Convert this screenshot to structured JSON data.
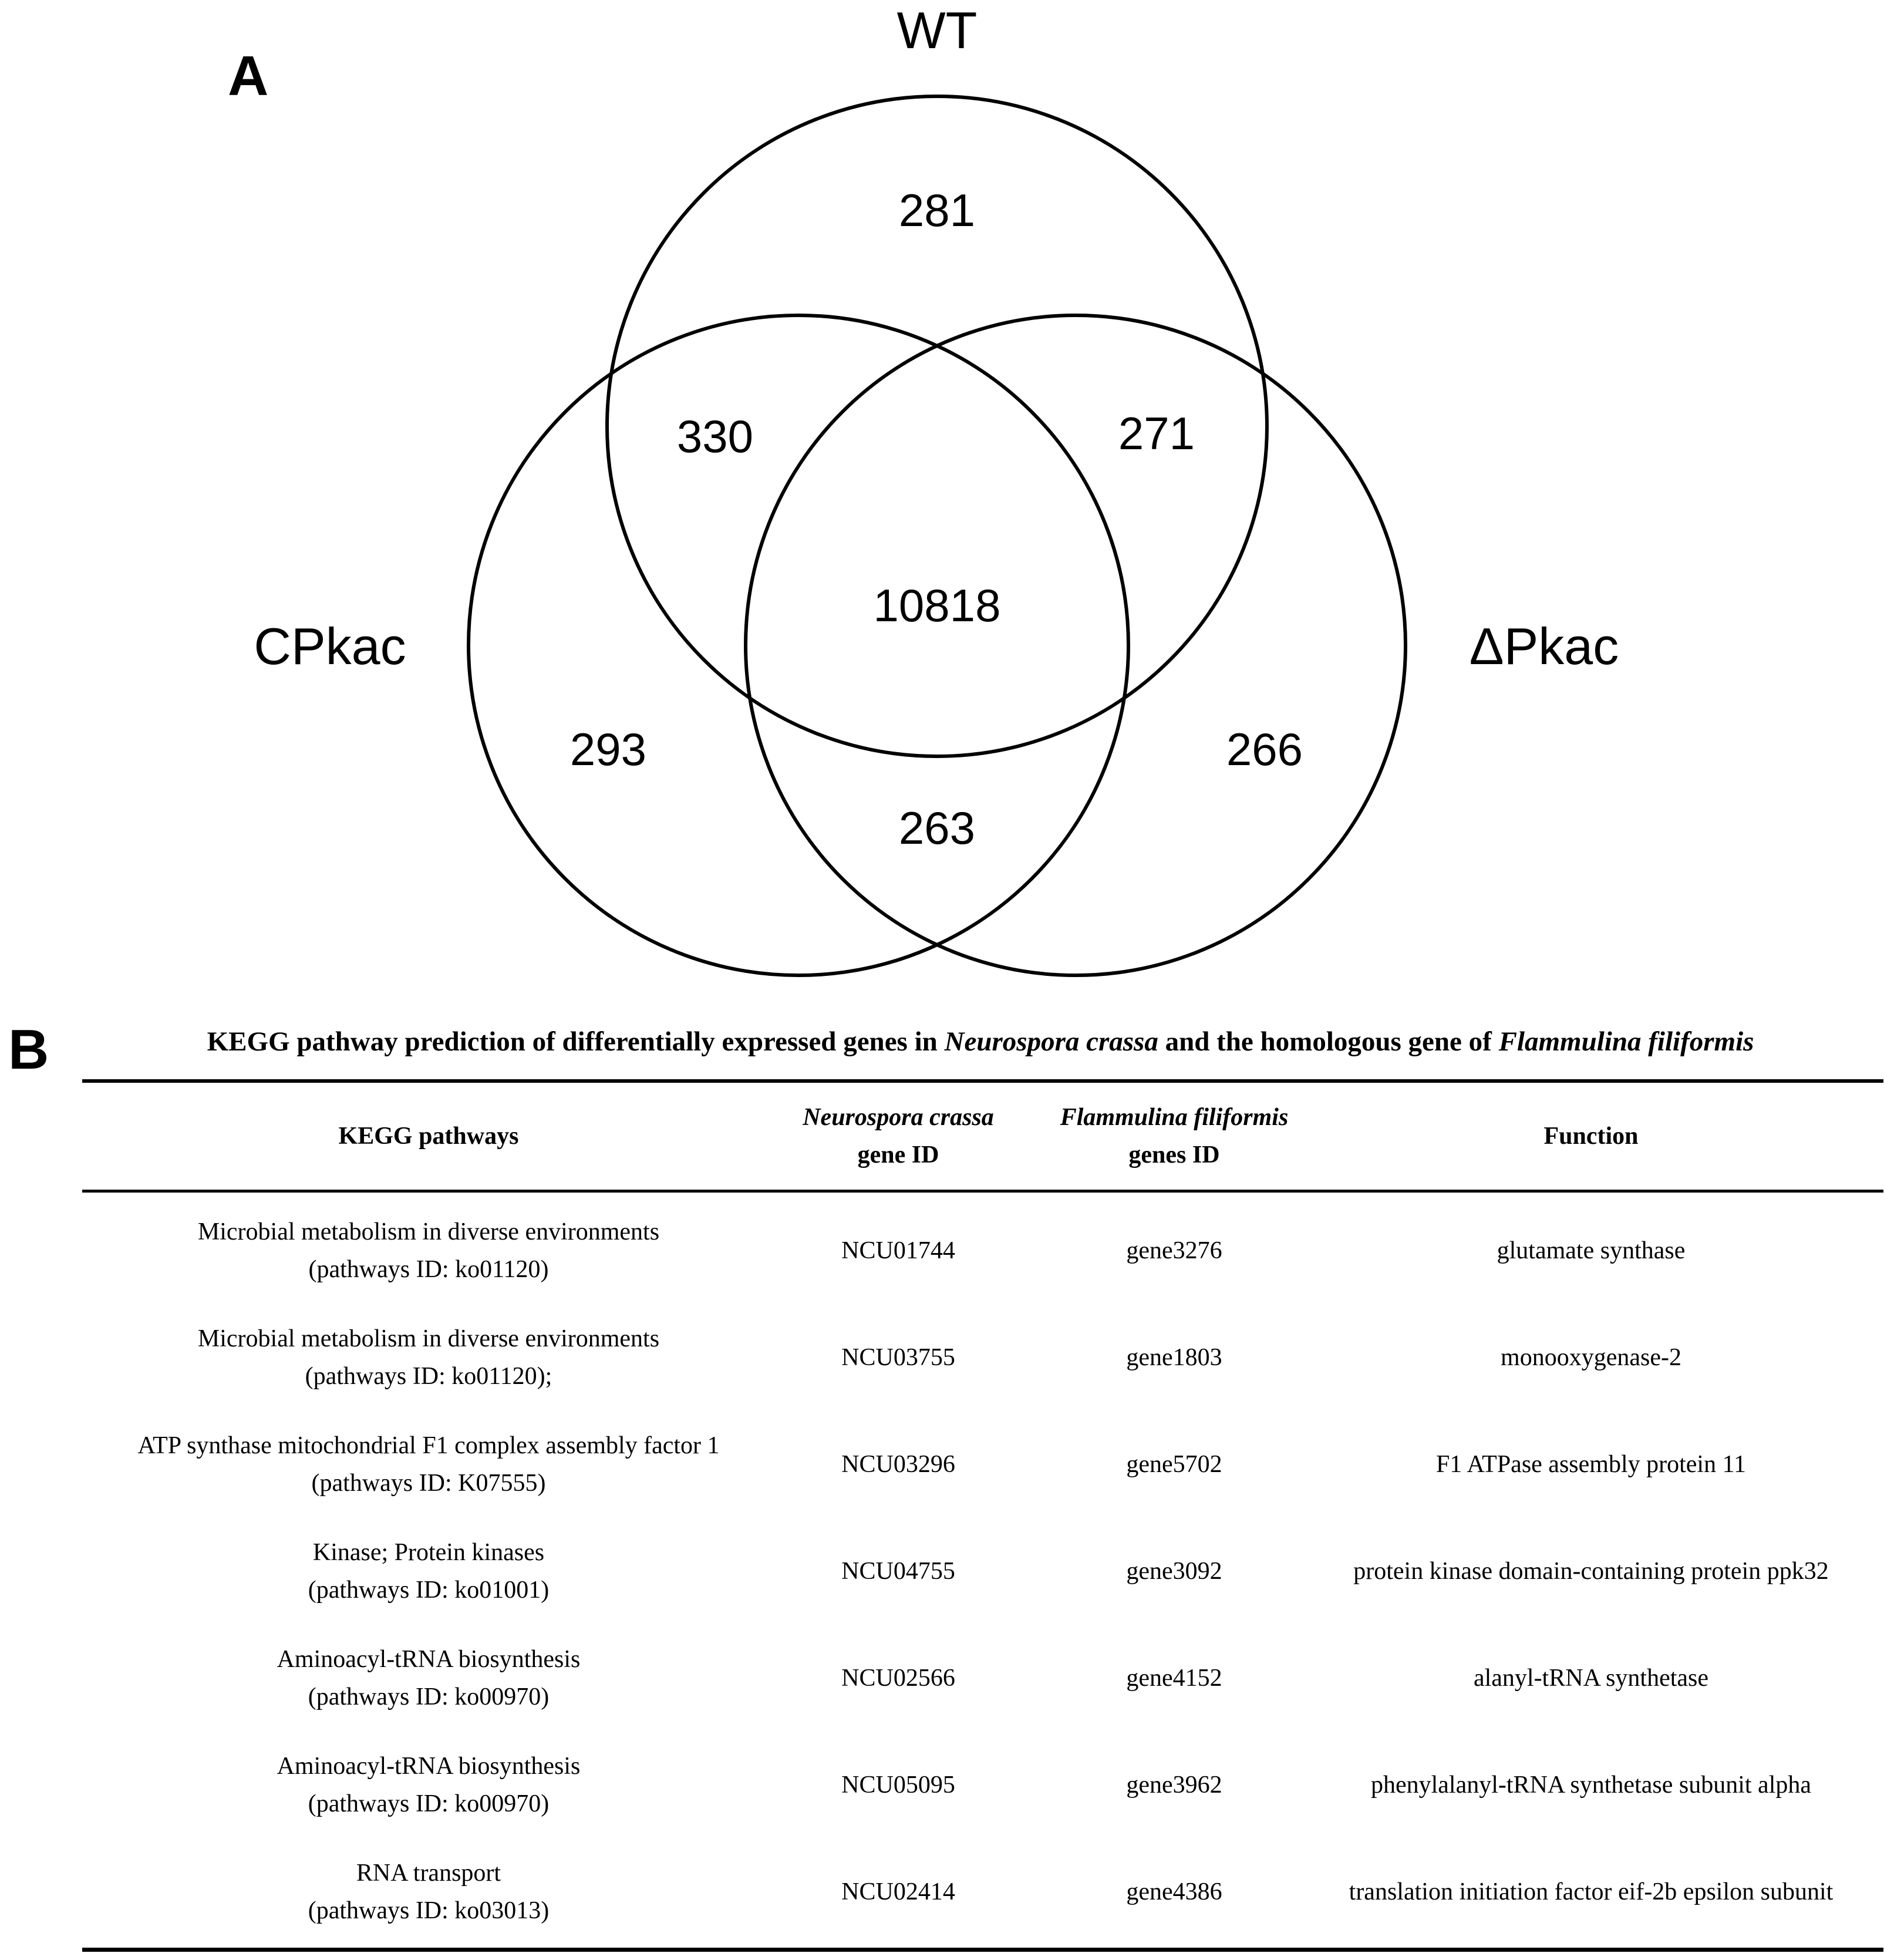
{
  "panel_a": {
    "letter": "A",
    "sets": {
      "wt": "WT",
      "cpkac": "CPkac",
      "dpkac": "ΔPkac"
    },
    "regions": {
      "wt_only": "281",
      "wt_cpkac": "330",
      "wt_dpkac": "271",
      "all_three": "10818",
      "cpkac_only": "293",
      "dpkac_only": "266",
      "cpkac_dpkac": "263"
    }
  },
  "panel_b": {
    "letter": "B",
    "title_parts": [
      "KEGG pathway prediction of differentially expressed genes in ",
      "Neurospora crassa",
      " and the homologous gene of ",
      "Flammulina filiformis"
    ],
    "headers": {
      "pathways": "KEGG pathways",
      "ncu_line1": "Neurospora crassa",
      "ncu_line2": "gene ID",
      "ff_line1": "Flammulina filiformis",
      "ff_line2": "genes ID",
      "function": "Function"
    },
    "rows": [
      {
        "pathway": "Microbial metabolism in diverse environments",
        "pathway_id": "(pathways ID: ko01120)",
        "ncu": "NCU01744",
        "ff": "gene3276",
        "function": "glutamate synthase"
      },
      {
        "pathway": "Microbial metabolism in diverse environments",
        "pathway_id": "(pathways ID: ko01120);",
        "ncu": "NCU03755",
        "ff": "gene1803",
        "function": "monooxygenase-2"
      },
      {
        "pathway": "ATP synthase mitochondrial F1 complex assembly factor 1",
        "pathway_id": "(pathways ID: K07555)",
        "ncu": "NCU03296",
        "ff": "gene5702",
        "function": "F1 ATPase assembly protein 11"
      },
      {
        "pathway": "Kinase; Protein kinases",
        "pathway_id": "(pathways ID: ko01001)",
        "ncu": "NCU04755",
        "ff": "gene3092",
        "function": "protein kinase domain-containing protein ppk32"
      },
      {
        "pathway": "Aminoacyl-tRNA biosynthesis",
        "pathway_id": "(pathways ID: ko00970)",
        "ncu": "NCU02566",
        "ff": "gene4152",
        "function": "alanyl-tRNA synthetase"
      },
      {
        "pathway": "Aminoacyl-tRNA biosynthesis",
        "pathway_id": "(pathways ID: ko00970)",
        "ncu": "NCU05095",
        "ff": "gene3962",
        "function": "phenylalanyl-tRNA synthetase subunit alpha"
      },
      {
        "pathway": "RNA transport",
        "pathway_id": "(pathways ID: ko03013)",
        "ncu": "NCU02414",
        "ff": "gene4386",
        "function": "translation initiation factor eif-2b epsilon subunit"
      }
    ]
  }
}
